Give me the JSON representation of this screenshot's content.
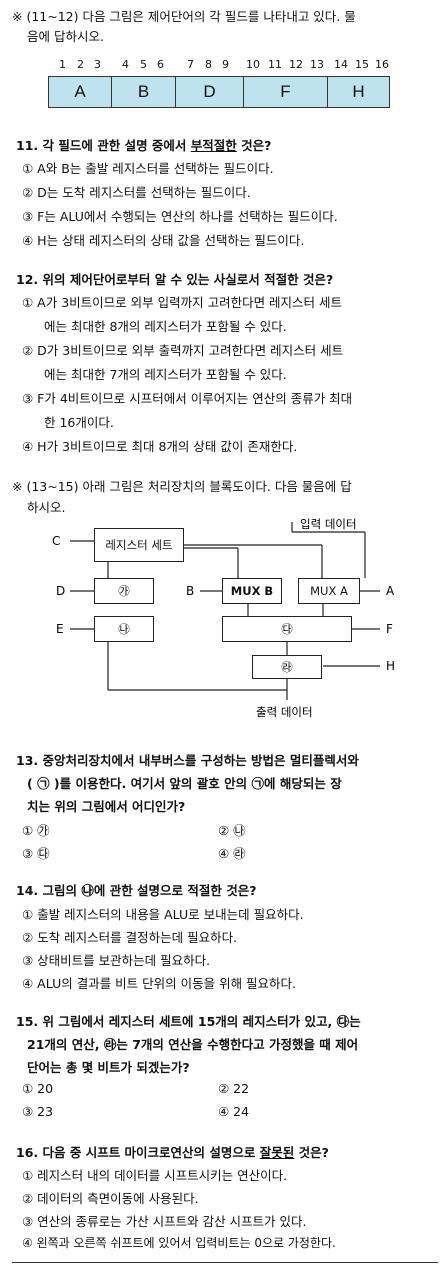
{
  "intro1": {
    "line1": "※ (11~12) 다음 그림은 제어단어의 각 필드를 나타내고 있다. 물",
    "line2": "음에 답하시오."
  },
  "bits": [
    "1",
    "2",
    "3",
    "4",
    "5",
    "6",
    "7",
    "8",
    "9",
    "10",
    "11",
    "12",
    "13",
    "14",
    "15",
    "16"
  ],
  "fields": [
    "A",
    "B",
    "D",
    "F",
    "H"
  ],
  "q11": {
    "num": "11.",
    "stem_pre": " 각 필드에 관한 설명 중에서 ",
    "stem_key": "부적절한",
    "stem_post": " 것은?",
    "options": [
      "① A와 B는 출발 레지스터를 선택하는 필드이다.",
      "② D는 도착 레지스터를 선택하는 필드이다.",
      "③ F는 ALU에서 수행되는 연산의 하나를 선택하는 필드이다.",
      "④ H는 상태 레지스터의 상태 값을 선택하는 필드이다."
    ]
  },
  "q12": {
    "stem": "12. 위의 제어단어로부터 알 수 있는 사실로서 적절한 것은?",
    "opt1a": "① A가 3비트이므로 외부 입력까지 고려한다면 레지스터 세트",
    "opt1b": "에는 최대한 8개의 레지스터가 포함될 수 있다.",
    "opt2a": "② D가 3비트이므로 외부 출력까지 고려한다면 레지스터 세트",
    "opt2b": "에는 최대한 7개의 레지스터가 포함될 수 있다.",
    "opt3a": "③ F가 4비트이므로 시프터에서 이루어지는 연산의 종류가 최대",
    "opt3b": "한 16개이다.",
    "opt4": "④ H가 3비트이므로 최대 8개의 상태 값이 존재한다."
  },
  "intro2": {
    "line1": "※ (13~15) 아래 그림은 처리장치의 블록도이다. 다음 물음에 답",
    "line2": "하시오."
  },
  "diagram": {
    "input_label": "입력 데이터",
    "output_label": "출력 데이터",
    "register_set": "레지스터 세트",
    "mux_b": "MUX B",
    "mux_a": "MUX A",
    "ga": "㉮",
    "na": "㉯",
    "da": "㉰",
    "ra": "㉱",
    "C": "C",
    "D": "D",
    "E": "E",
    "B": "B",
    "A": "A",
    "F": "F",
    "H": "H"
  },
  "q13": {
    "line1": "13. 중앙처리장치에서 내부버스를 구성하는 방법은 멀티플렉서와",
    "line2": "( ㉠ )를 이용한다. 여기서 앞의 괄호 안의 ㉠에 해당되는 장",
    "line3": "치는 위의 그림에서 어디인가?",
    "opts": [
      "① ㉮",
      "② ㉯",
      "③ ㉰",
      "④ ㉱"
    ]
  },
  "q14": {
    "stem": "14. 그림의 ㉯에 관한 설명으로 적절한 것은?",
    "options": [
      "① 출발 레지스터의 내용을 ALU로 보내는데 필요하다.",
      "② 도착 레지스터를 결정하는데 필요하다.",
      "③ 상태비트를 보관하는데 필요하다.",
      "④ ALU의 결과를 비트 단위의 이동을 위해 필요하다."
    ]
  },
  "q15": {
    "line1": "15. 위 그림에서 레지스터 세트에 15개의 레지스터가 있고, ㉰는",
    "line2": "21개의 연산, ㉱는 7개의 연산을 수행한다고 가정했을 때 제어",
    "line3": "단어는 총 몇 비트가 되겠는가?",
    "opts": [
      "① 20",
      "② 22",
      "③ 23",
      "④ 24"
    ]
  },
  "q16": {
    "stem_pre": "16. 다음 중 시프트 마이크로연산의 설명으로 ",
    "stem_key": "잘못된",
    "stem_post": " 것은?",
    "options": [
      "① 레지스터 내의 데이터를 시프트시키는 연산이다.",
      "② 데이터의 측면이동에 사용된다.",
      "③ 연산의 종류로는 가산 시프트와 감산 시프트가 있다.",
      "④ 왼쪽과 오른쪽 쉬프트에 있어서 입력비트는 0으로 가정한다."
    ]
  }
}
